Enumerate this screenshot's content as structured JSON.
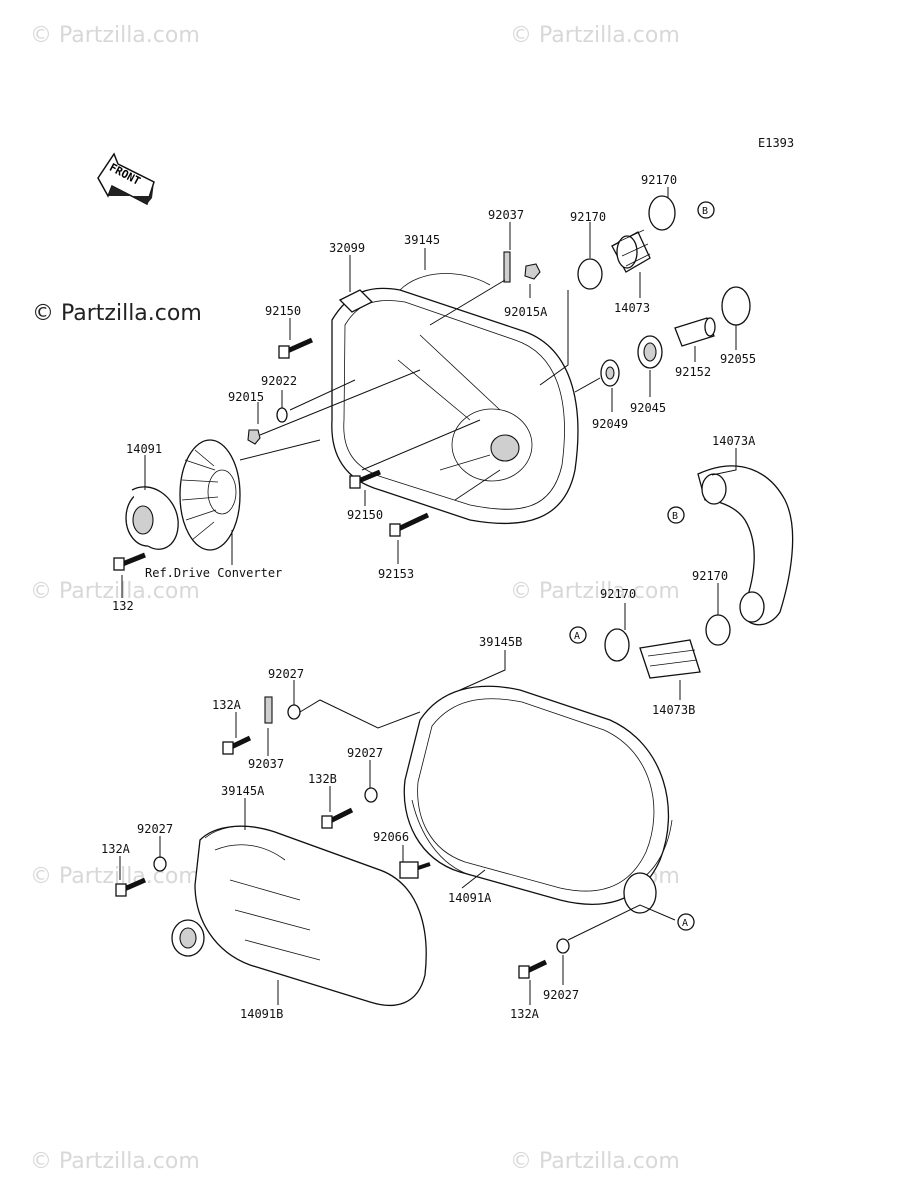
{
  "watermark": "© Partzilla.com",
  "copyright": "© Partzilla.com",
  "diagram_code": "E1393",
  "front_label": "FRONT",
  "ref_note": "Ref.Drive Converter",
  "parts": {
    "p32099": "32099",
    "p39145": "39145",
    "p92037_top": "92037",
    "p92015A": "92015A",
    "p92170_a": "92170",
    "p92170_b": "92170",
    "p14073": "14073",
    "p92055": "92055",
    "p92152": "92152",
    "p92150_top": "92150",
    "p92022": "92022",
    "p92015": "92015",
    "p92045": "92045",
    "p92049": "92049",
    "p14091": "14091",
    "p14073A": "14073A",
    "p92150_mid": "92150",
    "p92153": "92153",
    "p132": "132",
    "p92170_c": "92170",
    "p92170_d": "92170",
    "p39145B": "39145B",
    "p14073B": "14073B",
    "p92027_a": "92027",
    "p132A_a": "132A",
    "p92037_low": "92037",
    "p92027_b": "92027",
    "p132B": "132B",
    "p39145A": "39145A",
    "p92027_c": "92027",
    "p92066": "92066",
    "p132A_b": "132A",
    "p14091A": "14091A",
    "p14091B": "14091B",
    "p92027_d": "92027",
    "p132A_c": "132A"
  },
  "refs": {
    "A1": "A",
    "A2": "A",
    "B1": "B",
    "B2": "B"
  }
}
